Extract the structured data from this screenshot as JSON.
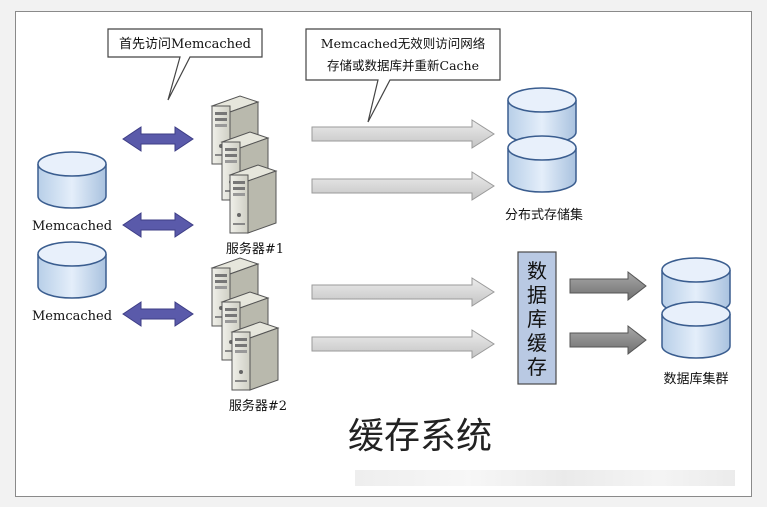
{
  "callouts": {
    "first": "首先访问Memcached",
    "second_line1": "Memcached无效则访问网络",
    "second_line2": "存储或数据库并重新Cache"
  },
  "labels": {
    "memcached_top": "Memcached",
    "memcached_bottom": "Memcached",
    "server1": "服务器#1",
    "server2": "服务器#2",
    "distributed_storage": "分布式存储集",
    "db_cluster": "数据库集群",
    "db_cache_chars": [
      "数",
      "据",
      "库",
      "缓",
      "存"
    ]
  },
  "title": "缓存系统",
  "icons": {
    "cylinder": "database-cylinder-icon",
    "server": "server-tower-icon"
  },
  "colors": {
    "cylinder_fill": "#cfe0f2",
    "cylinder_stroke": "#3a5d8f",
    "double_arrow": "#5a5aaa",
    "gray_arrow": "#d4d4d4",
    "dark_arrow": "#8c8c8c",
    "cache_box": "#b9c9e3"
  }
}
